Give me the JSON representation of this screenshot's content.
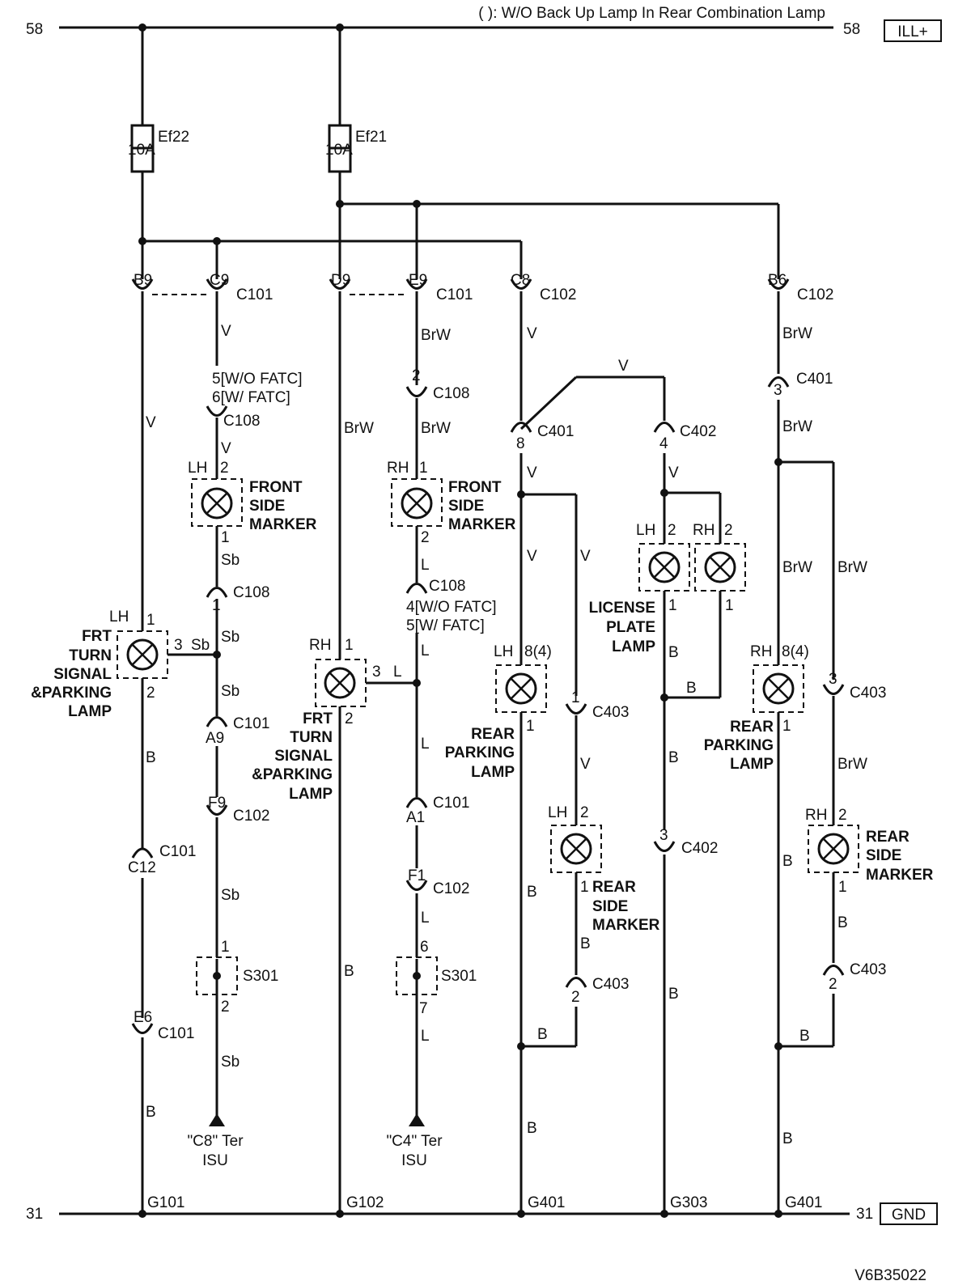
{
  "header": {
    "note": "( ): W/O Back Up Lamp In Rear Combination Lamp"
  },
  "rails": {
    "top_left": "58",
    "top_right": "58",
    "top_tag": "ILL+",
    "bottom_left": "31",
    "bottom_right": "31",
    "bottom_tag": "GND"
  },
  "fuses": {
    "f1_name": "Ef22",
    "f1_rating": "10A",
    "f2_name": "Ef21",
    "f2_rating": "10A"
  },
  "connectors": {
    "b9": "B9",
    "c9": "C9",
    "d9": "D9",
    "e9": "E9",
    "c8": "C8",
    "b6": "B6",
    "c101": "C101",
    "c102": "C102",
    "c108": "C108",
    "c401": "C401",
    "c402": "C402",
    "c403": "C403",
    "s301": "S301",
    "a9": "A9",
    "f9": "F9",
    "c12": "C12",
    "e6": "E6",
    "a1": "A1",
    "f1": "F1"
  },
  "pins": {
    "p1": "1",
    "p2": "2",
    "p3": "3",
    "p4": "4",
    "p6": "6",
    "p7": "7",
    "p8": "8",
    "p8_4": "8(4)",
    "c108_col1_a": "5[W/O FATC]",
    "c108_col1_b": "6[W/ FATC]",
    "c108_col4_a": "4[W/O FATC]",
    "c108_col4_b": "5[W/ FATC]"
  },
  "wires": {
    "V": "V",
    "BrW": "BrW",
    "Sb": "Sb",
    "L": "L",
    "B": "B"
  },
  "sides": {
    "lh": "LH",
    "rh": "RH"
  },
  "components": {
    "front_side_marker": [
      "FRONT",
      "SIDE",
      "MARKER"
    ],
    "frt_turn_left": [
      "FRT",
      "TURN",
      "SIGNAL",
      "&PARKING",
      "LAMP"
    ],
    "frt_turn_right": [
      "FRT",
      "TURN",
      "SIGNAL",
      "&PARKING",
      "LAMP"
    ],
    "rear_parking": [
      "REAR",
      "PARKING",
      "LAMP"
    ],
    "license_plate": [
      "LICENSE",
      "PLATE",
      "LAMP"
    ],
    "rear_side_marker": [
      "REAR",
      "SIDE",
      "MARKER"
    ]
  },
  "terminals": {
    "t1_a": "\"C8\" Ter",
    "t1_b": "ISU",
    "t2_a": "\"C4\" Ter",
    "t2_b": "ISU"
  },
  "grounds": {
    "g101": "G101",
    "g102": "G102",
    "g401": "G401",
    "g303": "G303"
  },
  "footer": {
    "code": "V6B35022"
  }
}
